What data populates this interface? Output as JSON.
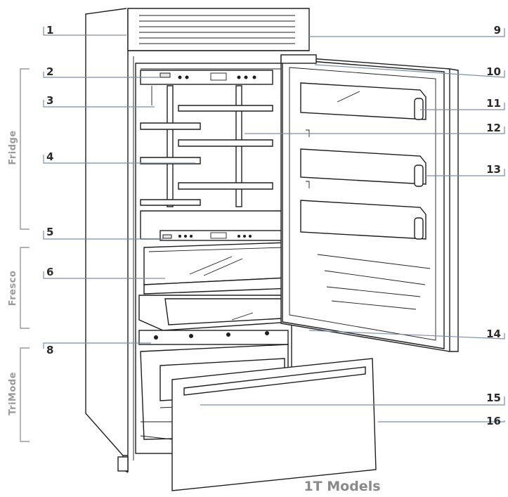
{
  "caption": "1T Models",
  "sections": [
    {
      "id": "fridge",
      "label": "Fridge"
    },
    {
      "id": "fresco",
      "label": "Fresco"
    },
    {
      "id": "trimode",
      "label": "TriMode"
    }
  ],
  "callouts_left": [
    {
      "id": "c1",
      "label": "1"
    },
    {
      "id": "c2",
      "label": "2"
    },
    {
      "id": "c3",
      "label": "3"
    },
    {
      "id": "c4",
      "label": "4"
    },
    {
      "id": "c5",
      "label": "5"
    },
    {
      "id": "c6",
      "label": "6"
    },
    {
      "id": "c8",
      "label": "8"
    }
  ],
  "callouts_right": [
    {
      "id": "c9",
      "label": "9"
    },
    {
      "id": "c10",
      "label": "10"
    },
    {
      "id": "c11",
      "label": "11"
    },
    {
      "id": "c12",
      "label": "12"
    },
    {
      "id": "c13",
      "label": "13"
    },
    {
      "id": "c14",
      "label": "14"
    },
    {
      "id": "c15",
      "label": "15"
    },
    {
      "id": "c16",
      "label": "16"
    }
  ]
}
